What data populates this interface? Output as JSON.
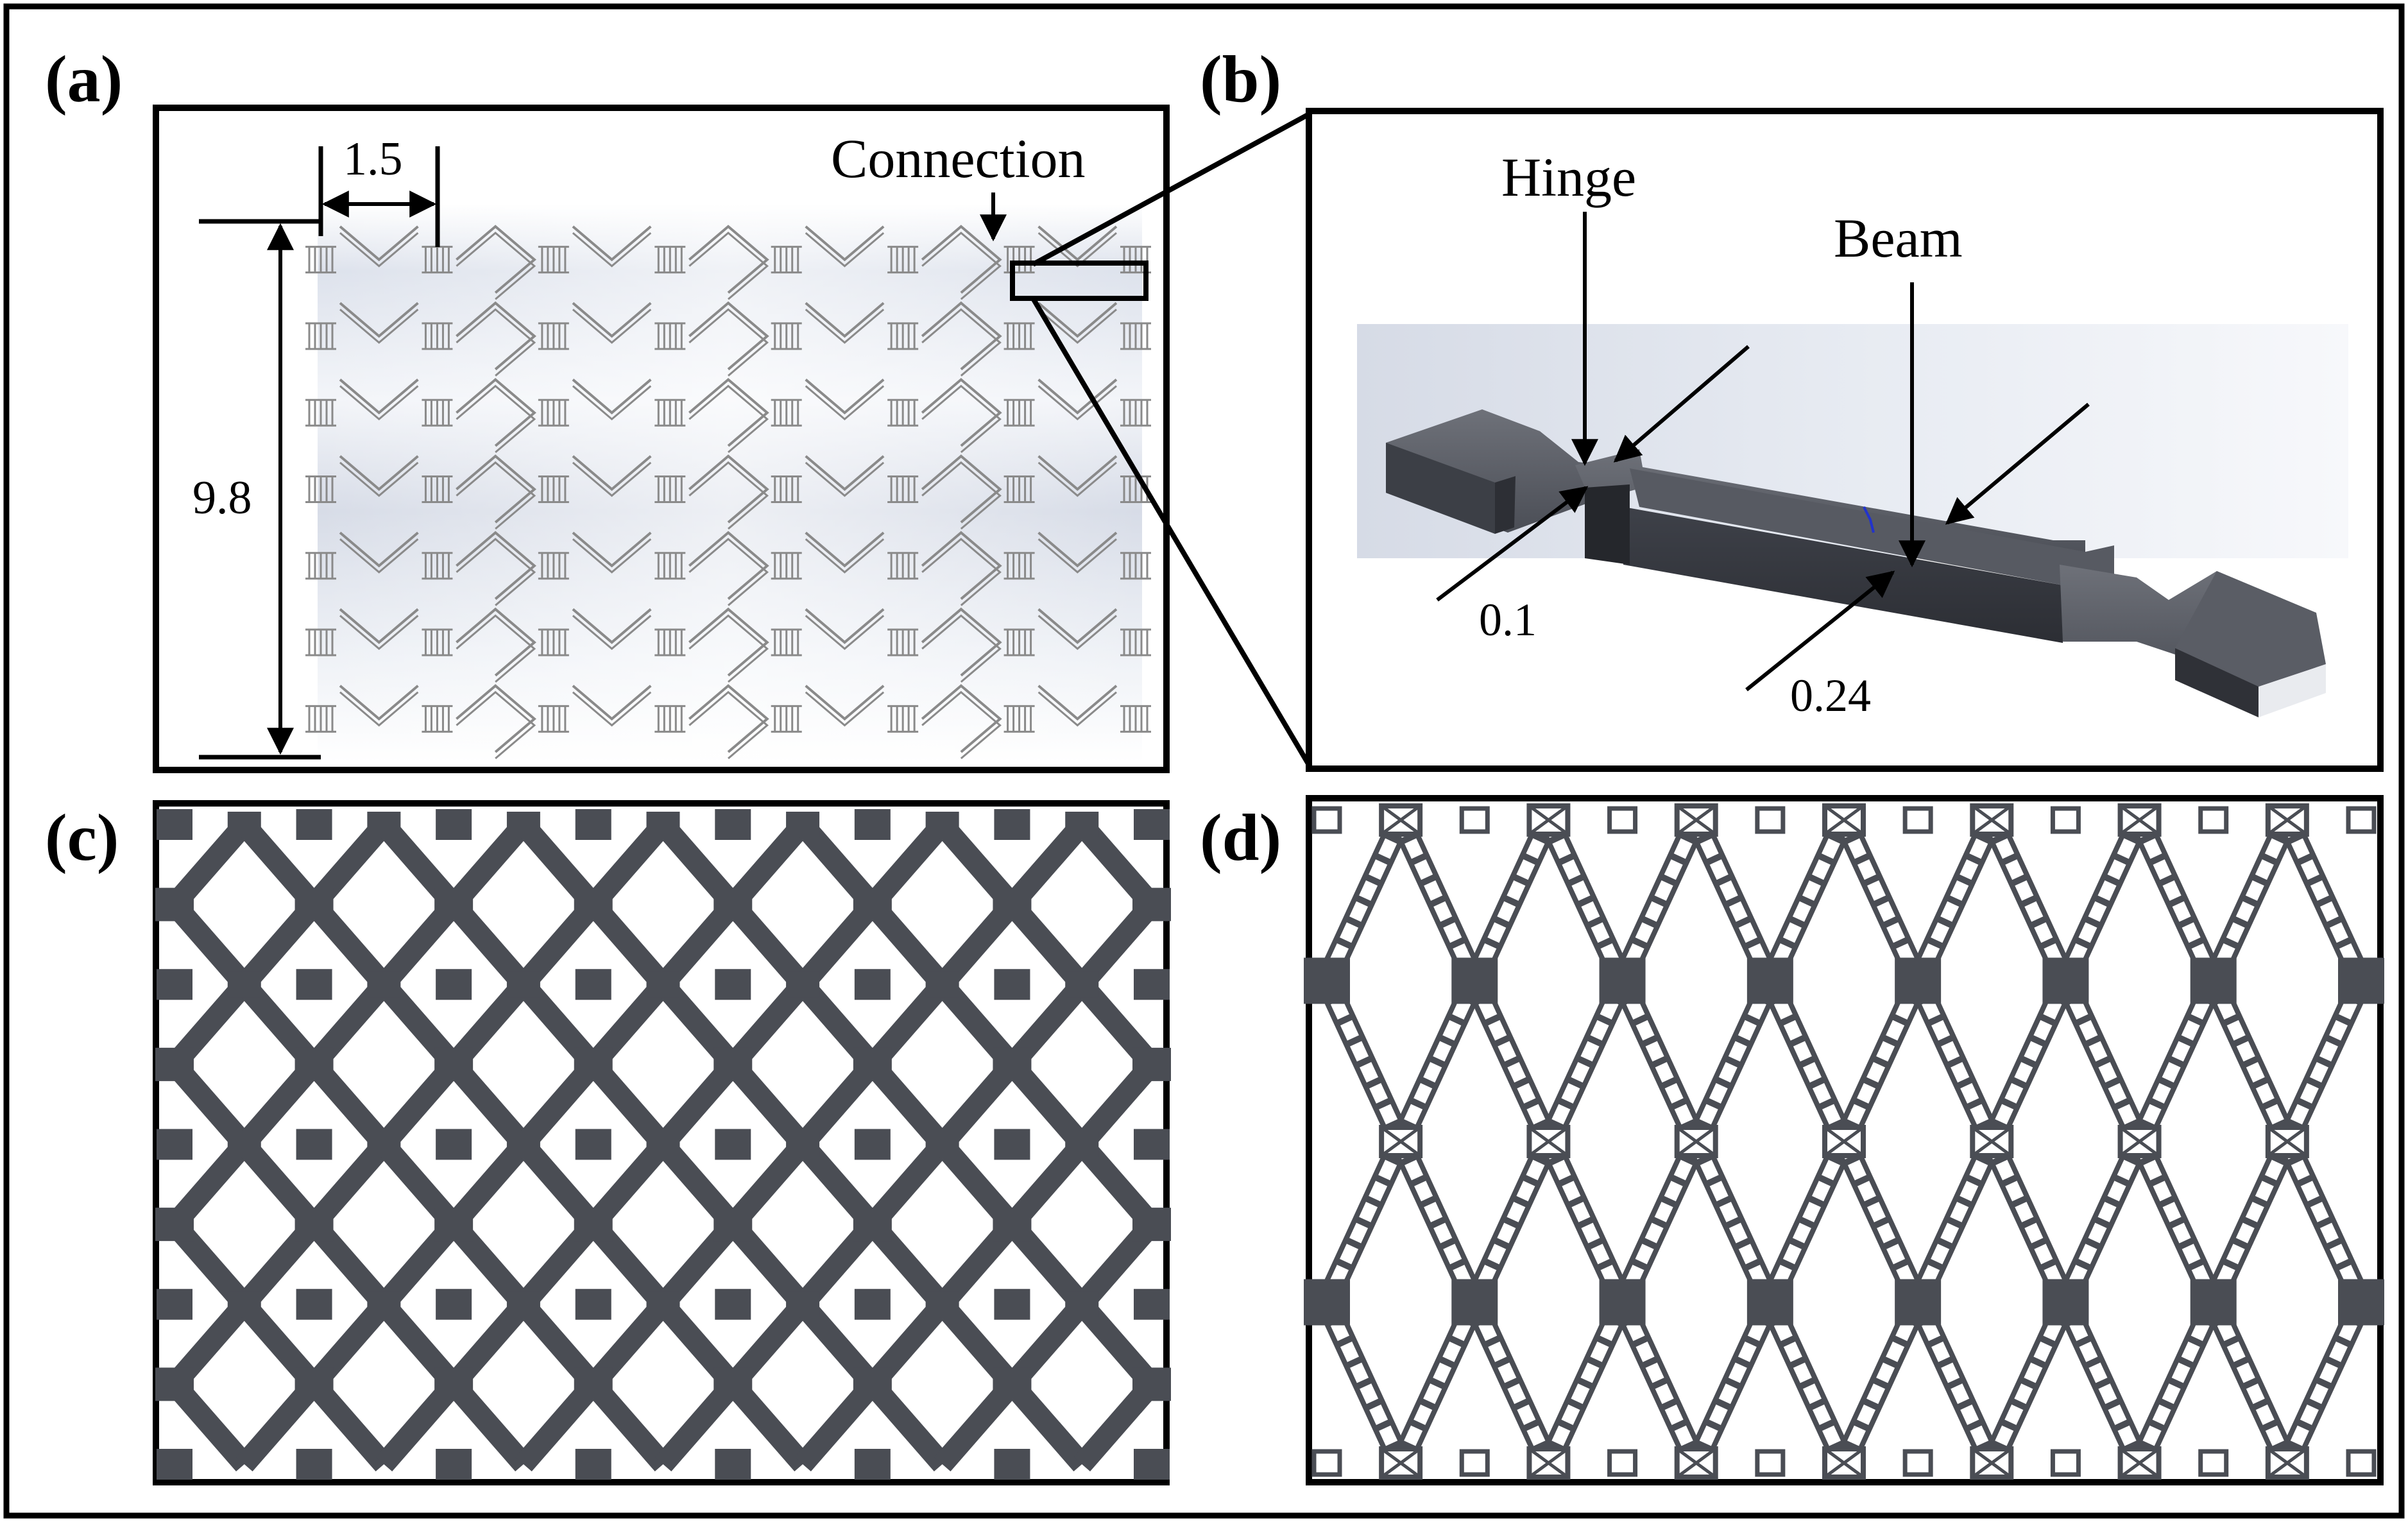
{
  "panels": {
    "a": {
      "letter": "(a)"
    },
    "b": {
      "letter": "(b)"
    },
    "c": {
      "letter": "(c)"
    },
    "d": {
      "letter": "(d)"
    }
  },
  "annotations": {
    "width_dim": "1.5",
    "height_dim": "9.8",
    "connection": "Connection",
    "hinge": "Hinge",
    "beam": "Beam",
    "hinge_thickness": "0.1",
    "beam_thickness": "0.24"
  },
  "colors": {
    "outline": "#000000",
    "strut": "#4a4d54",
    "sketch_line": "#8a8a8a",
    "shade": "#d4d9e4"
  }
}
